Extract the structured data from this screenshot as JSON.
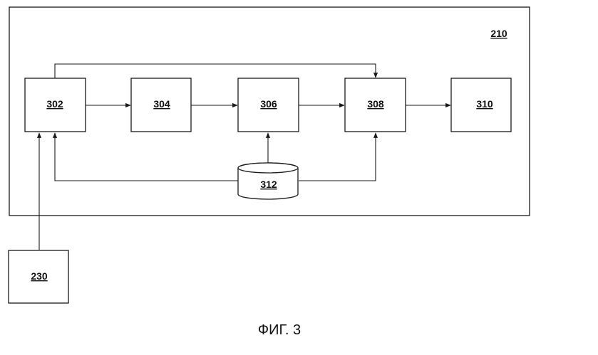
{
  "diagram": {
    "system_label": "210",
    "blocks": {
      "b302": "302",
      "b304": "304",
      "b306": "306",
      "b308": "308",
      "b310": "310"
    },
    "database_label": "312",
    "external_label": "230"
  },
  "caption": "ФИГ. 3"
}
